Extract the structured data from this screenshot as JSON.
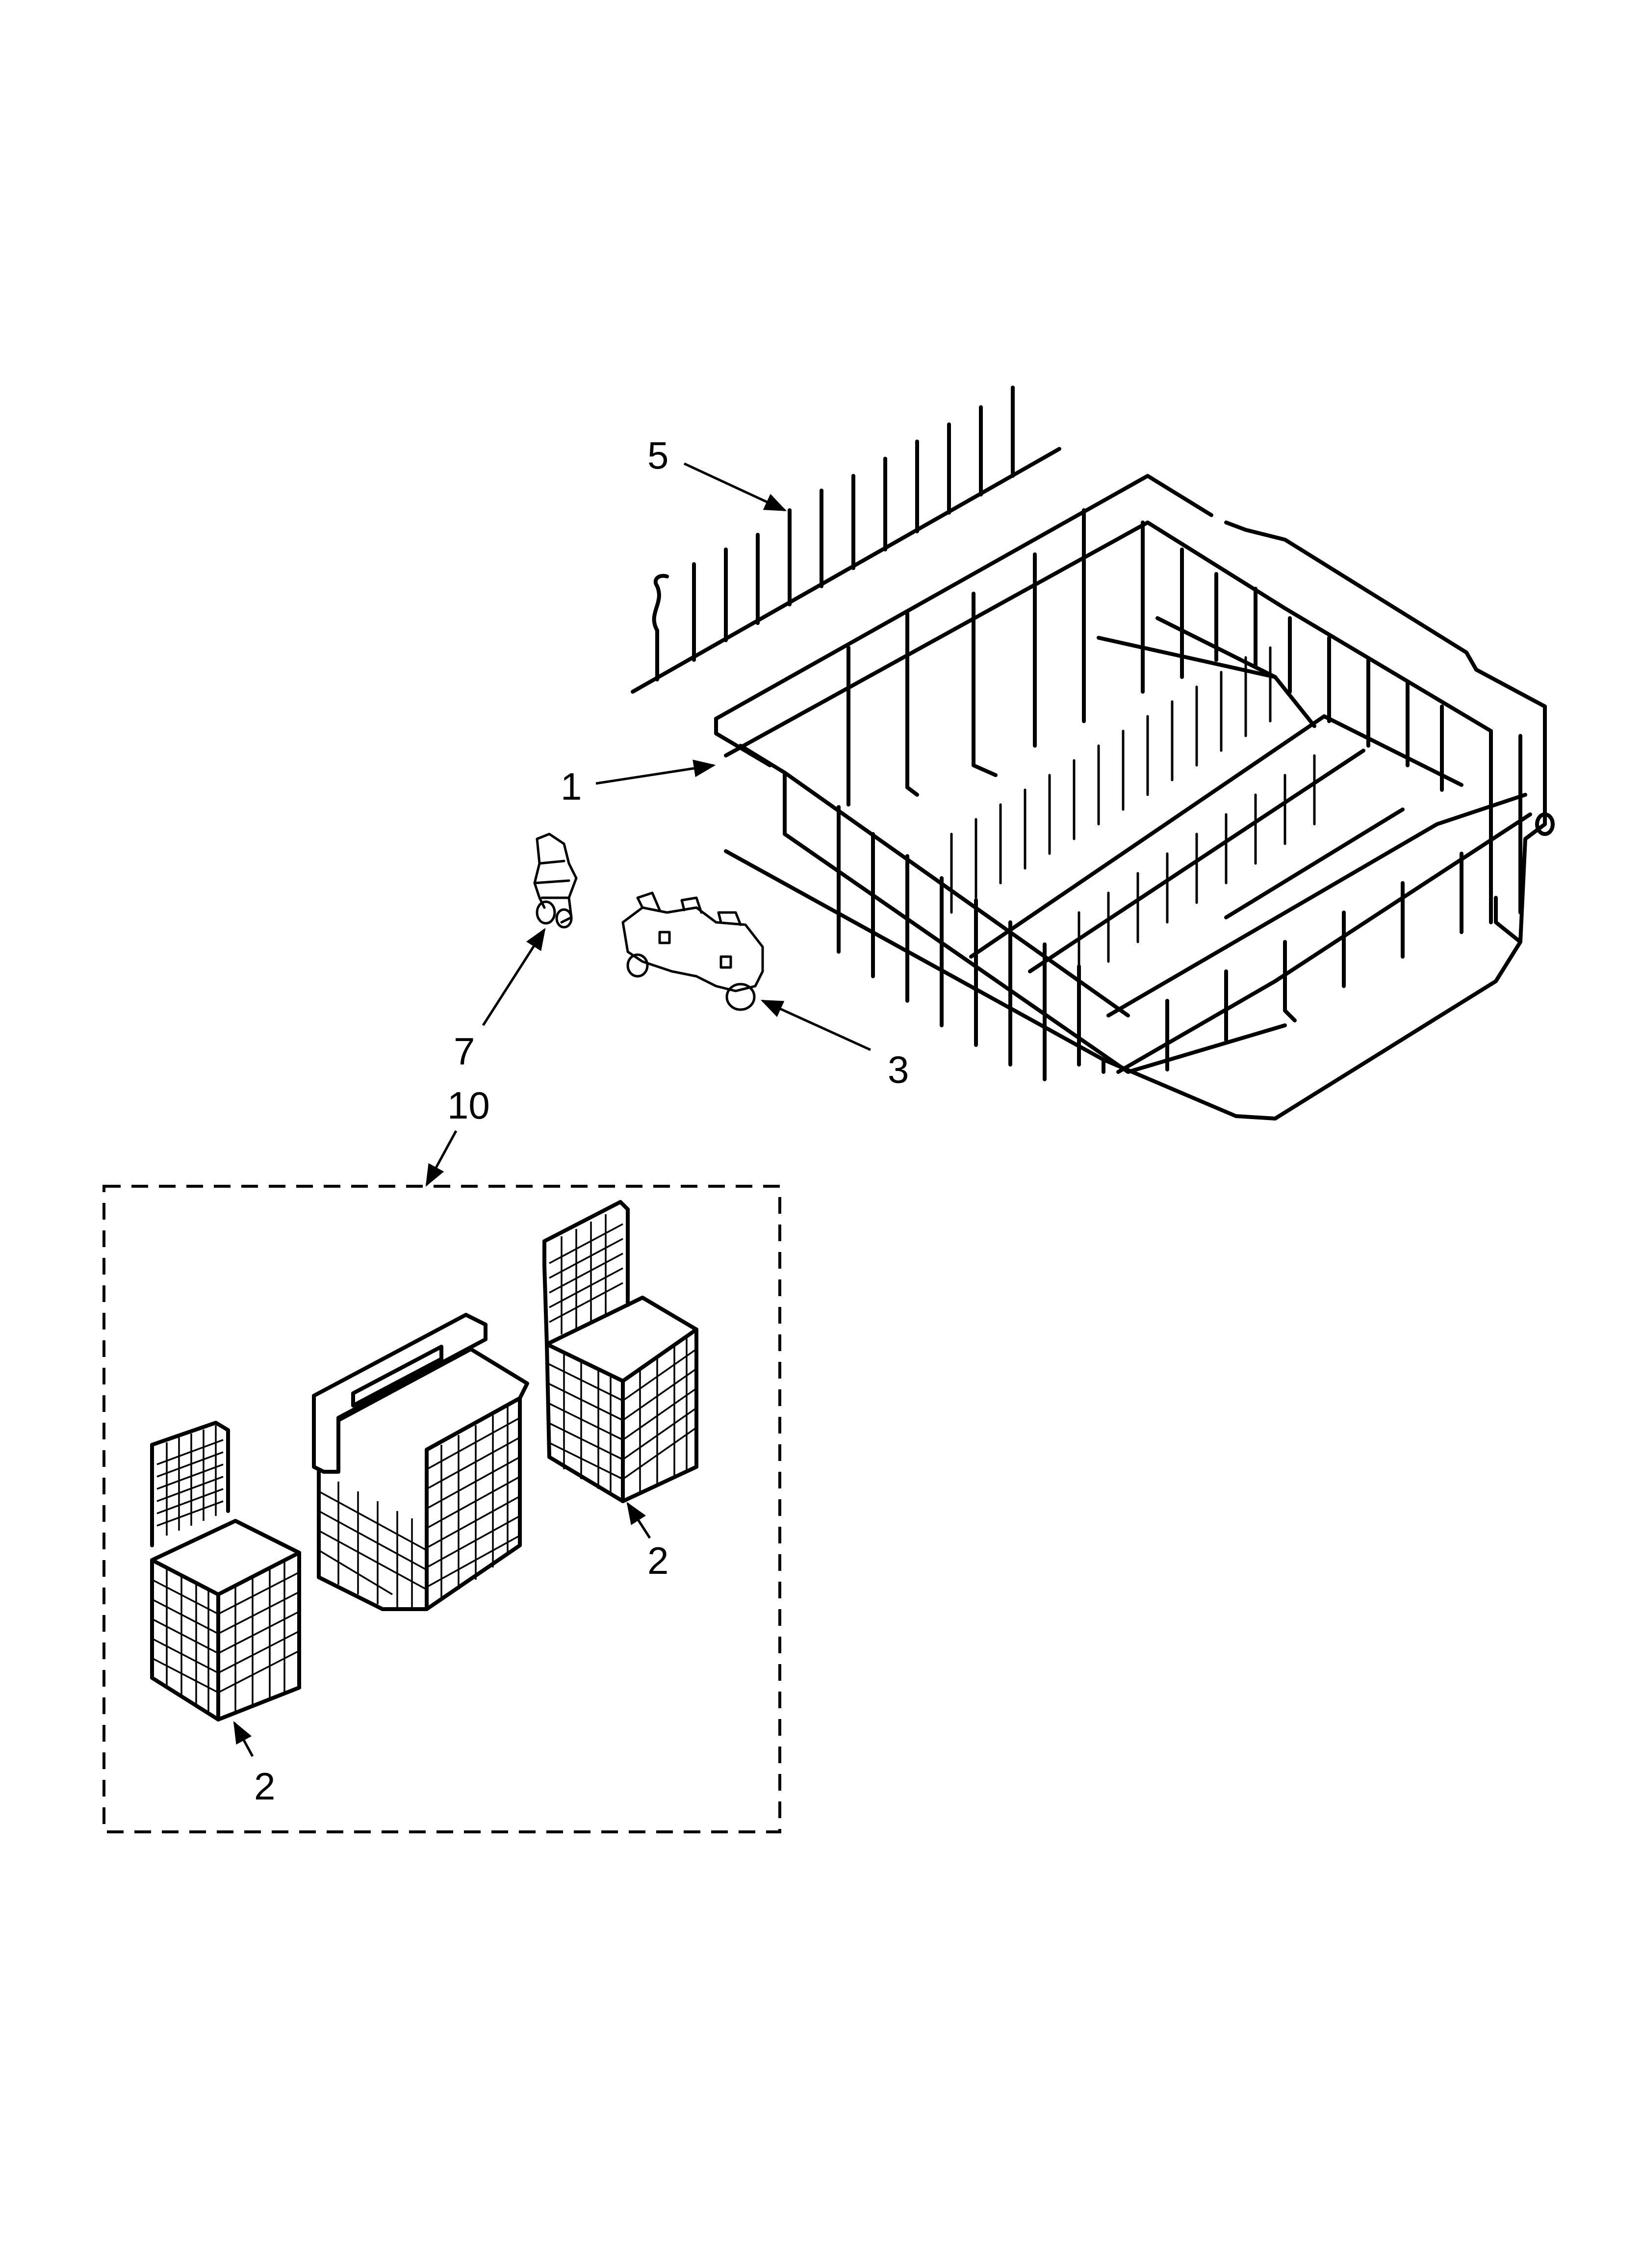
{
  "callouts": {
    "tines": "5",
    "lower_rack": "1",
    "rack_clip": "7",
    "roller_assembly": "3",
    "basket_kit": "10",
    "basket_right": "2",
    "basket_left": "2"
  },
  "colors": {
    "line": "#000000",
    "background": "#ffffff"
  }
}
